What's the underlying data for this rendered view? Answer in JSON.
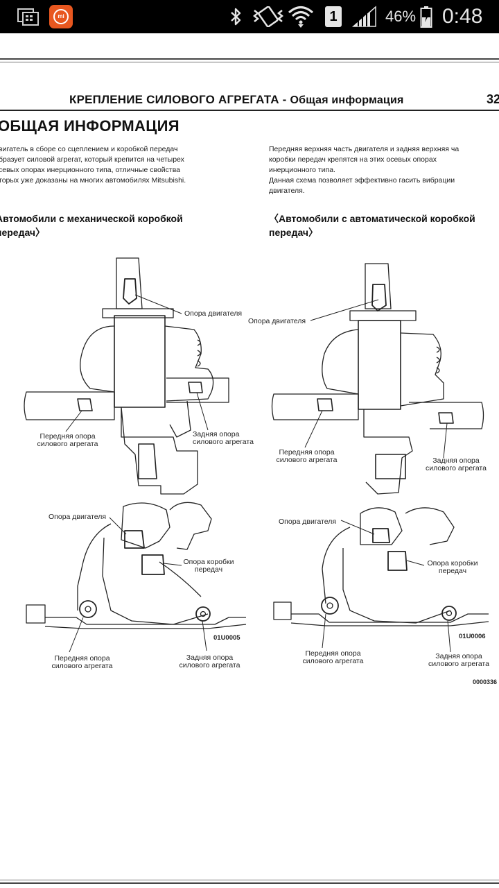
{
  "status_bar": {
    "icons": [
      "screenshot-gallery-icon",
      "mi-app-icon",
      "bluetooth-icon",
      "vibrate-icon",
      "wifi-icon",
      "sim-1-badge",
      "signal-icon",
      "battery-icon"
    ],
    "sim_number": "1",
    "battery_percent": "46%",
    "time": "0:48",
    "mi_label": "mi",
    "mi_color": "#e8571f"
  },
  "document": {
    "header_title": "КРЕПЛЕНИЕ СИЛОВОГО АГРЕГАТА - ",
    "header_subtitle": "Общая информация",
    "page_number": "32",
    "section_title": "ОБЩАЯ ИНФОРМАЦИЯ",
    "intro_left": "вигатель в сборе со сцеплением и коробкой передач\nбразует силовой агрегат, который крепится на четырех\nсевых опорах инерционного типа, отличные свойства\nторых уже доказаны на многих автомобилях Mitsubishi.",
    "intro_right": "Передняя верхняя часть двигателя и задняя верхняя ча\nкоробки передач крепятся на этих осевых опорах\nинерционного типа.\nДанная схема позволяет эффективно гасить вибрации\nдвигателя.",
    "manual_heading": "Автомобили с механической коробкой\nпередач〉",
    "auto_heading": "〈Автомобили с автоматической коробкой\nпередач〉",
    "labels": {
      "engine_mount_manual_top": "Опора двигателя",
      "engine_mount_auto_top": "Опора двигателя",
      "front_mount_manual_top": "Передняя опора\nсилового агрегата",
      "rear_mount_manual_top": "Задняя опора\nсилового агрегата",
      "front_mount_auto_top": "Передняя опора\nсилового агрегата",
      "rear_mount_auto_top": "Задняя опора\nсилового агрегата",
      "engine_mount_manual_bottom": "Опора двигателя",
      "gearbox_mount_manual": "Опора коробки\nпередач",
      "front_mount_manual_bottom": "Передняя опора\nсилового агрегата",
      "rear_mount_manual_bottom": "Задняя опора\nсилового агрегата",
      "engine_mount_auto_bottom": "Опора двигателя",
      "gearbox_mount_auto": "Опора коробки\nпередач",
      "front_mount_auto_bottom": "Передняя опора\nсилового агрегата",
      "rear_mount_auto_bottom": "Задняя опора\nсилового агрегата"
    },
    "figure_codes": {
      "manual": "01U0005",
      "auto": "01U0006",
      "page": "0000336"
    }
  }
}
